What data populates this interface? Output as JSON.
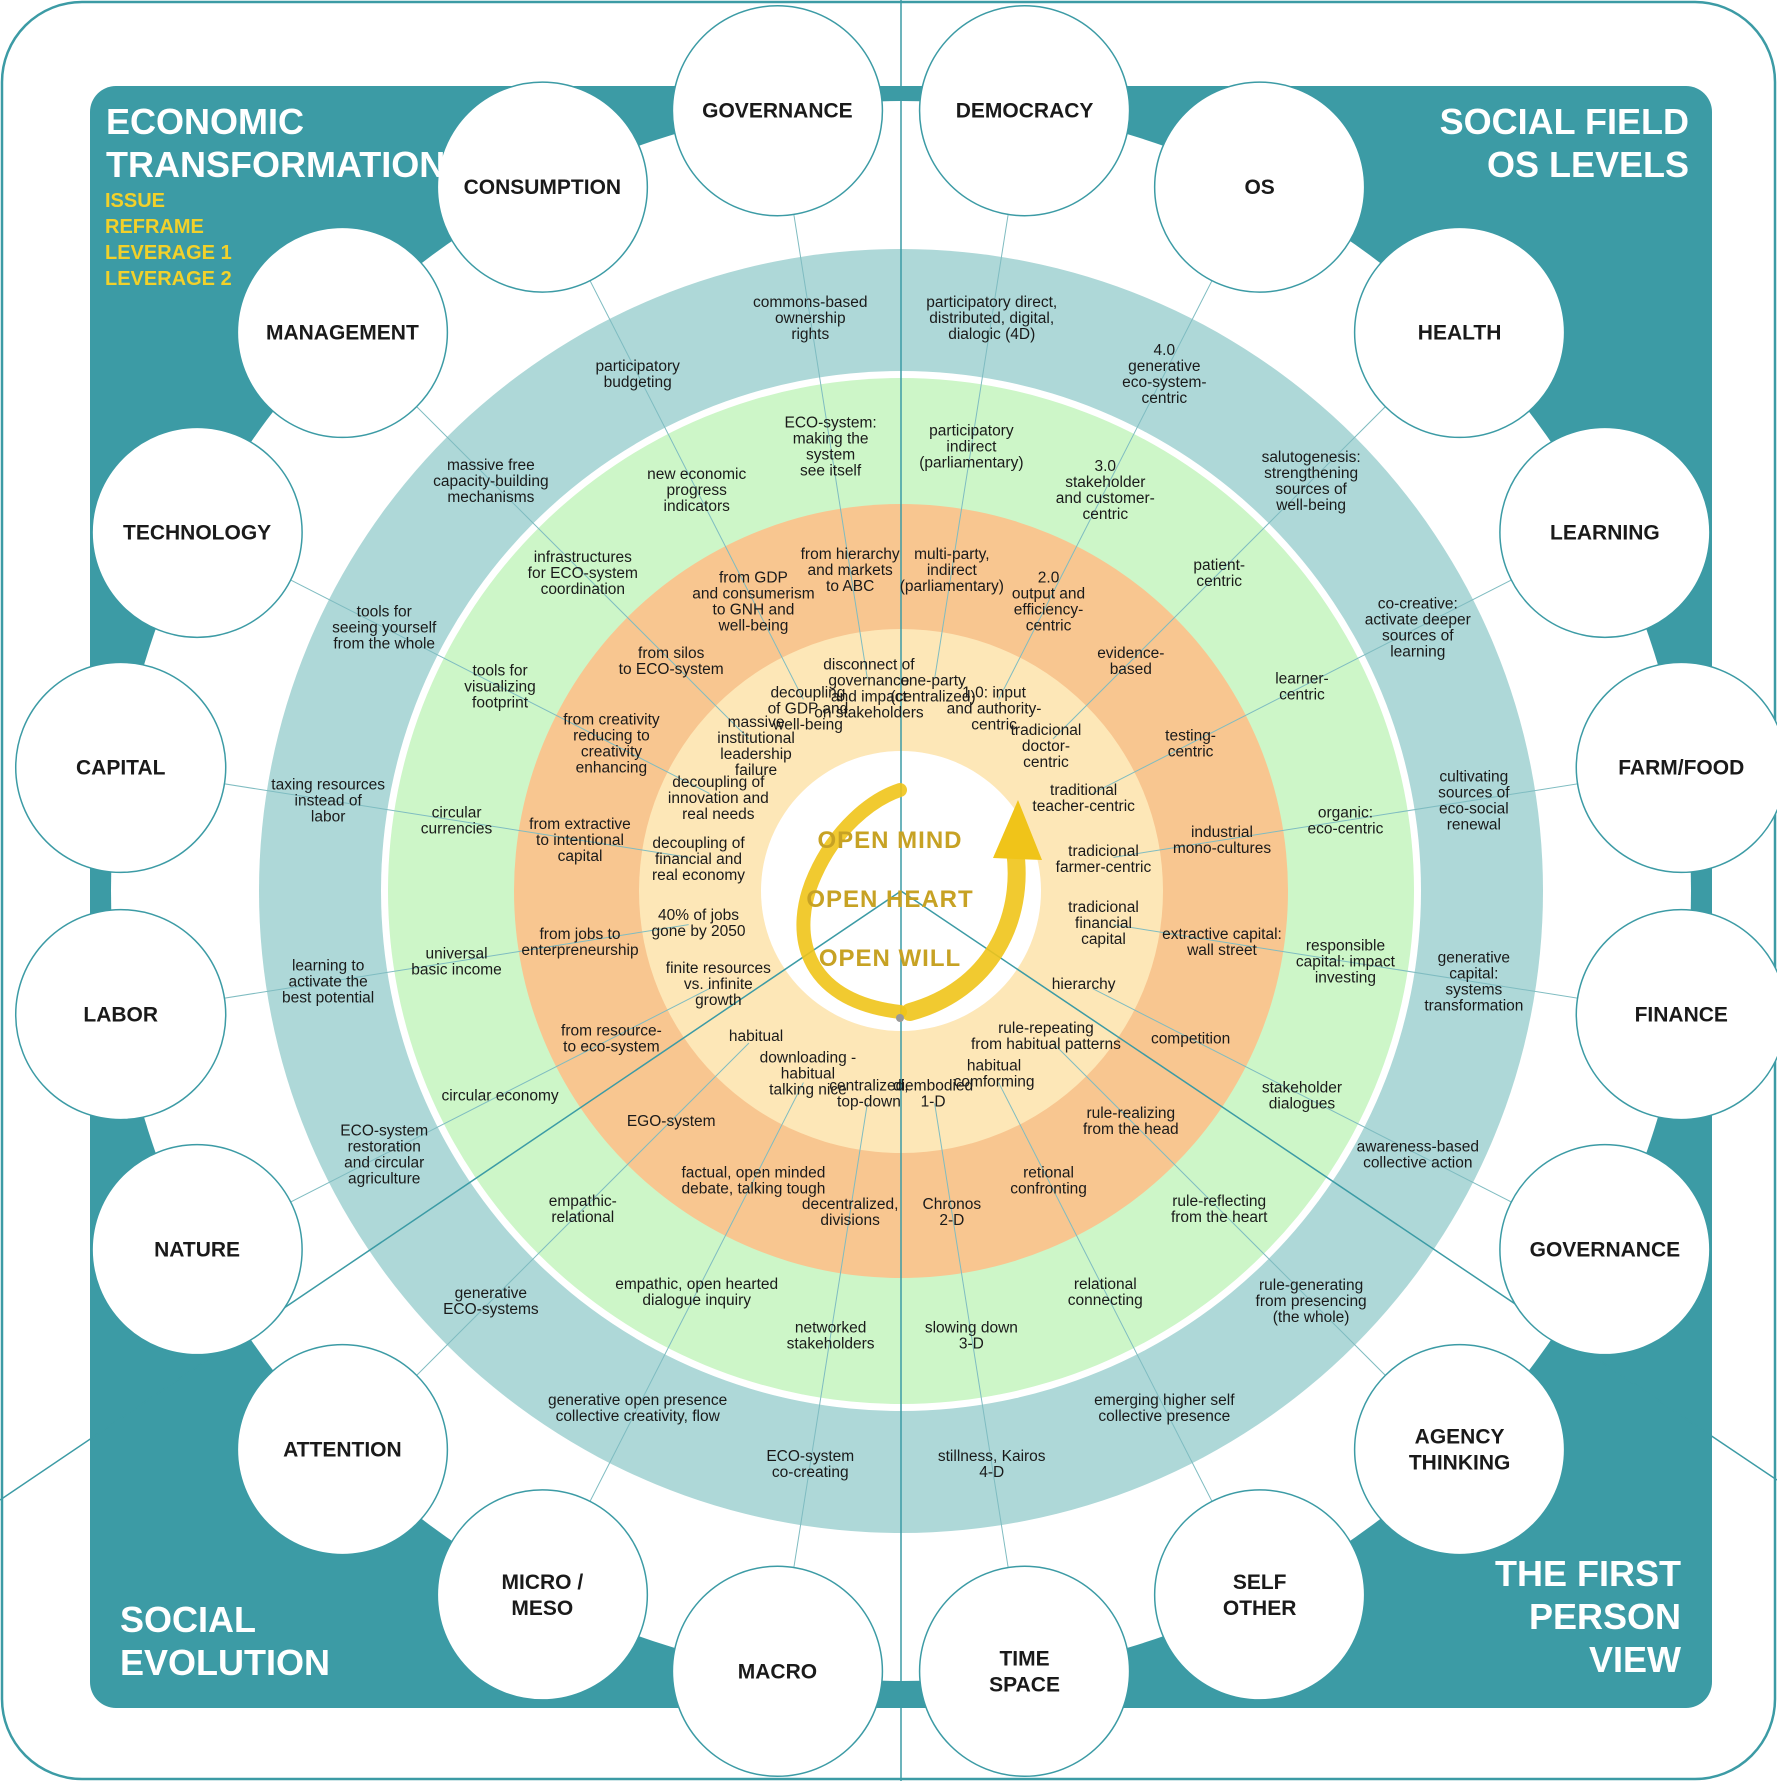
{
  "corners": {
    "top_left": "ECONOMIC\nTRANSFORMATION",
    "top_right": "SOCIAL FIELD\nOS LEVELS",
    "bottom_left": "SOCIAL\nEVOLUTION",
    "bottom_right": "THE FIRST\nPERSON\nVIEW"
  },
  "legend": [
    "ISSUE",
    "REFRAME",
    "LEVERAGE 1",
    "LEVERAGE 2"
  ],
  "center": [
    "OPEN MIND",
    "OPEN HEART",
    "OPEN WILL"
  ],
  "colors": {
    "frame": "#3c9ba5",
    "outer_ring": "#aed8d8",
    "green_ring": "#cdf6c8",
    "orange_ring": "#f8c690",
    "cream_ring": "#fde7b7",
    "legend": "#f2d12a",
    "center_text": "#c7a224",
    "arrow": "#f0c419"
  },
  "nodes": [
    {
      "label": "GOVERNANCE",
      "labels": [
        {
          "t": "commons-based\nownership\nrights"
        },
        {
          "t": "ECO-system:\nmaking the\nsystem\nsee itself"
        },
        {
          "t": "from hierarchy\nand markets\nto ABC"
        },
        {
          "t": "disconnect of\ngovernance\nand impact\non stakeholders"
        }
      ]
    },
    {
      "label": "CONSUMPTION",
      "labels": [
        {
          "t": "participatory\nbudgeting"
        },
        {
          "t": "new economic\nprogress\nindicators"
        },
        {
          "t": "from GDP\nand consumerism\nto GNH and\nwell-being"
        },
        {
          "t": "decoupling\nof GDP and\nwell-being"
        }
      ]
    },
    {
      "label": "MANAGEMENT",
      "labels": [
        {
          "t": "massive free\ncapacity-building\nmechanisms"
        },
        {
          "t": "infrastructures\nfor ECO-system\ncoordination"
        },
        {
          "t": "from silos\nto ECO-system"
        },
        {
          "t": "massive\ninstitutional\nleadership\nfailure"
        }
      ]
    },
    {
      "label": "TECHNOLOGY",
      "labels": [
        {
          "t": "tools for\nseeing yourself\nfrom the whole"
        },
        {
          "t": "tools for\nvisualizing\nfootprint"
        },
        {
          "t": "from creativity\nreducing to\ncreativity\nenhancing"
        },
        {
          "t": "decoupling of\ninnovation and\nreal needs"
        }
      ]
    },
    {
      "label": "CAPITAL",
      "labels": [
        {
          "t": "taxing resources\ninstead of\nlabor"
        },
        {
          "t": "circular\ncurrencies"
        },
        {
          "t": "from extractive\nto intentional\ncapital"
        },
        {
          "t": "decoupling of\nfinancial and\nreal economy"
        }
      ]
    },
    {
      "label": "LABOR",
      "labels": [
        {
          "t": "learning to\nactivate the\nbest potential"
        },
        {
          "t": "universal\nbasic income"
        },
        {
          "t": "from jobs to\nenterpreneurship"
        },
        {
          "t": "40% of jobs\ngone by 2050"
        }
      ]
    },
    {
      "label": "NATURE",
      "labels": [
        {
          "t": "ECO-system\nrestoration\nand circular\nagriculture"
        },
        {
          "t": "circular economy"
        },
        {
          "t": "from resource-\nto eco-system"
        },
        {
          "t": "finite resources\nvs. infinite\ngrowth"
        }
      ]
    },
    {
      "label": "ATTENTION",
      "labels": [
        {
          "t": "generative\nECO-systems"
        },
        {
          "t": "empathic-\nrelational"
        },
        {
          "t": "EGO-system"
        },
        {
          "t": "habitual"
        }
      ]
    },
    {
      "label": "MICRO /\nMESO",
      "labels": [
        {
          "t": "generative open presence\ncollective creativity, flow"
        },
        {
          "t": "empathic, open hearted\ndialogue inquiry"
        },
        {
          "t": "factual, open minded\ndebate, talking tough"
        },
        {
          "t": "downloading -\nhabitual\ntalking nice"
        }
      ]
    },
    {
      "label": "MACRO",
      "labels": [
        {
          "t": "ECO-system\nco-creating"
        },
        {
          "t": "networked\nstakeholders"
        },
        {
          "t": "decentralized,\ndivisions"
        },
        {
          "t": "centralized,\ntop-down"
        }
      ]
    },
    {
      "label": "TIME\nSPACE",
      "labels": [
        {
          "t": "stillness, Kairos\n4-D"
        },
        {
          "t": "slowing down\n3-D"
        },
        {
          "t": "Chronos\n2-D"
        },
        {
          "t": "diembodied\n1-D"
        }
      ]
    },
    {
      "label": "SELF\nOTHER",
      "labels": [
        {
          "t": "emerging higher self\ncollective presence"
        },
        {
          "t": "relational\nconnecting"
        },
        {
          "t": "retional\nconfronting"
        },
        {
          "t": "habitual\ncomforming"
        }
      ]
    },
    {
      "label": "AGENCY\nTHINKING",
      "labels": [
        {
          "t": "rule-generating\nfrom presencing\n(the whole)"
        },
        {
          "t": "rule-reflecting\nfrom the heart"
        },
        {
          "t": "rule-realizing\nfrom the head"
        },
        {
          "t": "rule-repeating\nfrom habitual patterns"
        }
      ]
    },
    {
      "label": "GOVERNANCE",
      "labels": [
        {
          "t": "awareness-based\ncollective action"
        },
        {
          "t": "stakeholder\ndialogues"
        },
        {
          "t": "competition"
        },
        {
          "t": "hierarchy"
        }
      ]
    },
    {
      "label": "FINANCE",
      "labels": [
        {
          "t": "generative\ncapital:\nsystems\ntransformation"
        },
        {
          "t": "responsible\ncapital: impact\ninvesting"
        },
        {
          "t": "extractive capital:\nwall street"
        },
        {
          "t": "tradicional\nfinancial\ncapital"
        }
      ]
    },
    {
      "label": "FARM/FOOD",
      "labels": [
        {
          "t": "cultivating\nsources of\neco-social\nrenewal"
        },
        {
          "t": "organic:\neco-centric"
        },
        {
          "t": "industrial\nmono-cultures"
        },
        {
          "t": "tradicional\nfarmer-centric"
        }
      ]
    },
    {
      "label": "LEARNING",
      "labels": [
        {
          "t": "co-creative:\nactivate deeper\nsources of\nlearning"
        },
        {
          "t": "learner-\ncentric"
        },
        {
          "t": "testing-\ncentric"
        },
        {
          "t": "traditional\nteacher-centric"
        }
      ]
    },
    {
      "label": "HEALTH",
      "labels": [
        {
          "t": "salutogenesis:\nstrengthening\nsources of\nwell-being"
        },
        {
          "t": "patient-\ncentric"
        },
        {
          "t": "evidence-\nbased"
        },
        {
          "t": "tradicional\ndoctor-\ncentric"
        }
      ]
    },
    {
      "label": "OS",
      "labels": [
        {
          "t": "4.0\ngenerative\neco-system-\ncentric"
        },
        {
          "t": "3.0\nstakeholder\nand customer-\ncentric"
        },
        {
          "t": "2.0\noutput and\nefficiency-\ncentric"
        },
        {
          "t": "1.0: input\nand authority-\ncentric"
        }
      ]
    },
    {
      "label": "DEMOCRACY",
      "labels": [
        {
          "t": "participatory direct,\ndistributed, digital,\ndialogic (4D)"
        },
        {
          "t": "participatory\nindirect\n(parliamentary)"
        },
        {
          "t": "multi-party,\nindirect\n(parliamentary)"
        },
        {
          "t": "one-party\n(centralized)"
        }
      ]
    }
  ]
}
